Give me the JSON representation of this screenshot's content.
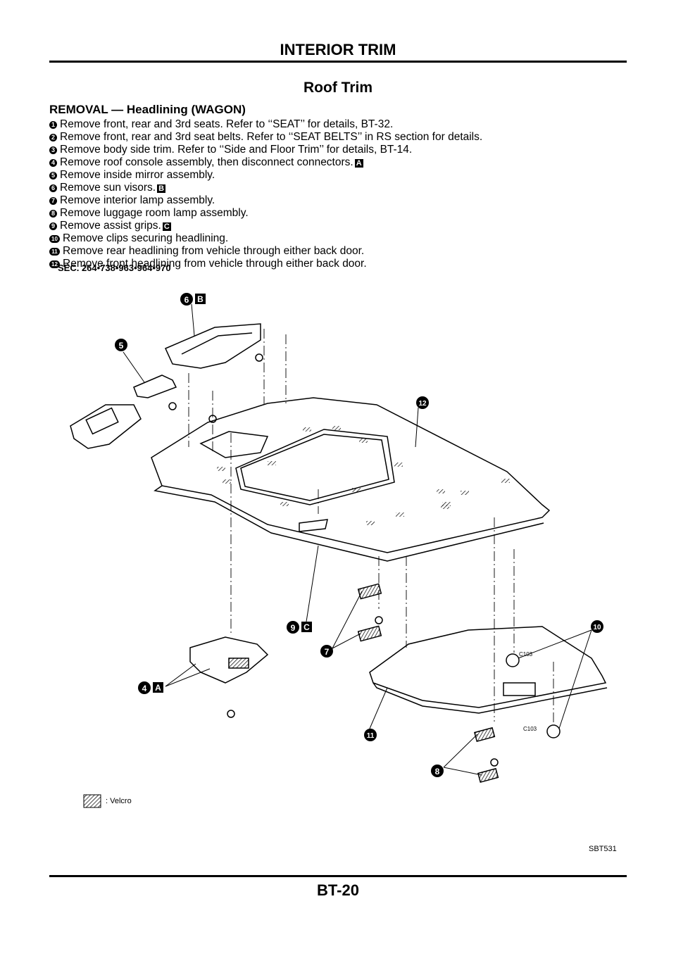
{
  "header": {
    "section": "INTERIOR TRIM"
  },
  "title": "Roof Trim",
  "subtitle": "REMOVAL — Headlining (WAGON)",
  "steps": [
    {
      "n": "1",
      "text": "Remove front, rear and 3rd seats. Refer to ‘‘SEAT’’ for details, BT-32."
    },
    {
      "n": "2",
      "text": "Remove front, rear and 3rd seat belts. Refer to ‘‘SEAT BELTS’’ in RS section for details."
    },
    {
      "n": "3",
      "text": "Remove body side trim. Refer to ‘‘Side and Floor Trim’’ for details, BT-14."
    },
    {
      "n": "4",
      "text": "Remove roof console assembly, then disconnect connectors.",
      "badge": "A"
    },
    {
      "n": "5",
      "text": "Remove inside mirror assembly."
    },
    {
      "n": "6",
      "text": "Remove sun visors.",
      "badge": "B"
    },
    {
      "n": "7",
      "text": "Remove interior lamp assembly."
    },
    {
      "n": "8",
      "text": "Remove luggage room lamp assembly."
    },
    {
      "n": "9",
      "text": "Remove assist grips.",
      "badge": "C"
    },
    {
      "n": "10",
      "text": "Remove clips securing headlining."
    },
    {
      "n": "11",
      "text": "Remove rear headlining from vehicle through either back door."
    },
    {
      "n": "12",
      "text": "Remove front headlining from vehicle through either back door."
    }
  ],
  "sec": "SEC. 264•738•963•964•970",
  "figure": {
    "callouts": {
      "c4": "4",
      "c4b": "A",
      "c5": "5",
      "c6": "6",
      "c6b": "B",
      "c7": "7",
      "c8": "8",
      "c9": "9",
      "c9b": "C",
      "c10": "10",
      "c11": "11",
      "c12": "12"
    },
    "connector_label": "C103"
  },
  "legend": ": Velcro",
  "ref": "SBT531",
  "page": "BT-20"
}
